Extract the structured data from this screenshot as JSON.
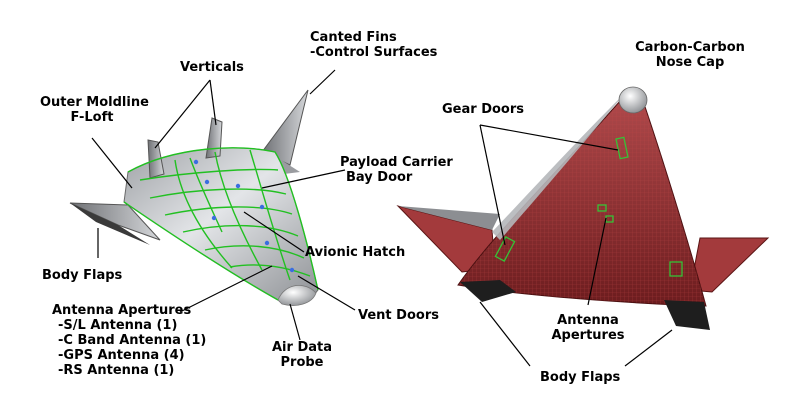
{
  "labels": {
    "canted_fins": [
      "Canted Fins",
      "-Control Surfaces"
    ],
    "verticals": "Verticals",
    "outer_moldline": [
      "Outer Moldline",
      "F-Loft"
    ],
    "payload_bay": [
      "Payload Carrier",
      "Bay Door"
    ],
    "avionic_hatch": "Avionic Hatch",
    "body_flaps_left": "Body Flaps",
    "vent_doors": "Vent Doors",
    "antenna_apertures_list": {
      "title": "Antenna Apertures",
      "items": [
        "-S/L Antenna (1)",
        "-C Band Antenna (1)",
        "-GPS Antenna (4)",
        "-RS Antenna (1)"
      ]
    },
    "air_data_probe": [
      "Air Data",
      "Probe"
    ],
    "nose_cap": [
      "Carbon-Carbon",
      "Nose Cap"
    ],
    "gear_doors": "Gear Doors",
    "antenna_apertures_right": [
      "Antenna",
      "Apertures"
    ],
    "body_flaps_right": "Body Flaps"
  },
  "colors": {
    "top_skin": "#c8cacd",
    "panel_lines": "#22c022",
    "bottom_skin": "#8e2a2c",
    "bottom_grid": "#c04040",
    "flap_dark": "#222222",
    "antenna_dot": "#3a6ee0"
  }
}
